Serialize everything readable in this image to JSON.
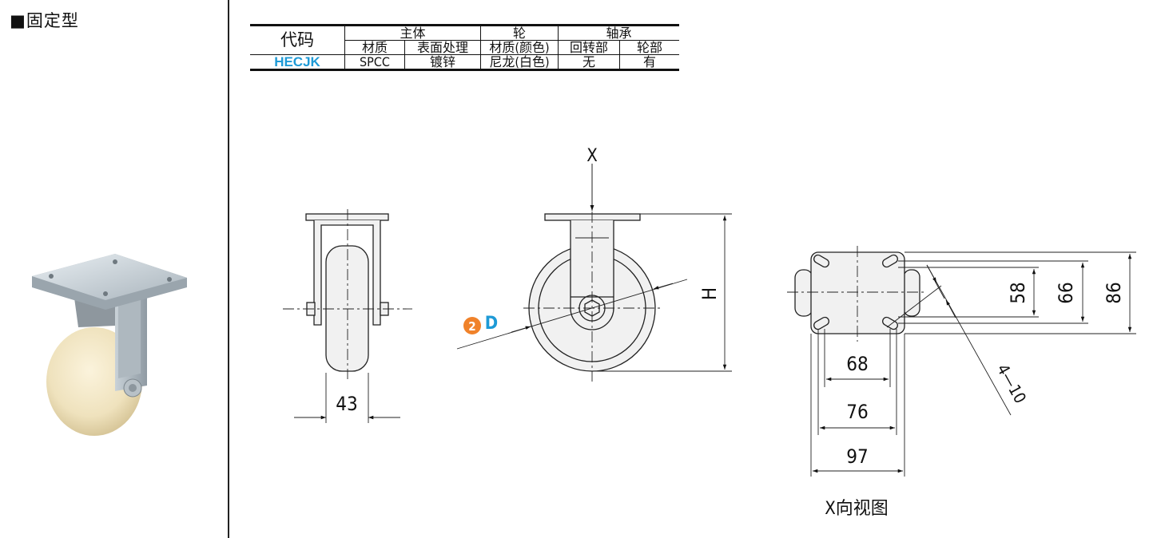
{
  "section_title": "■固定型",
  "table": {
    "col_code": "代码",
    "group_body": "主体",
    "group_wheel": "轮",
    "group_bearing": "轴承",
    "sub_material": "材质",
    "sub_surface": "表面处理",
    "sub_wheel_material": "材质(颜色)",
    "sub_swivel": "回转部",
    "sub_wheel_part": "轮部",
    "row": {
      "code": "HECJK",
      "material": "SPCC",
      "surface": "镀锌",
      "wheel_material": "尼龙(白色)",
      "swivel": "无",
      "wheel_part": "有"
    },
    "code_color": "#1e9ad6"
  },
  "drawing": {
    "side_width": "43",
    "view_arrow_label": "X",
    "height_label": "H",
    "diameter_badge": "2",
    "diameter_label": "D",
    "dim_58": "58",
    "dim_66": "66",
    "dim_86": "86",
    "dim_68": "68",
    "dim_76": "76",
    "dim_97": "97",
    "holes": "4-10",
    "x_view_caption": "X向视图",
    "badge_color": "#f0822a",
    "d_color": "#1e9ad6"
  }
}
